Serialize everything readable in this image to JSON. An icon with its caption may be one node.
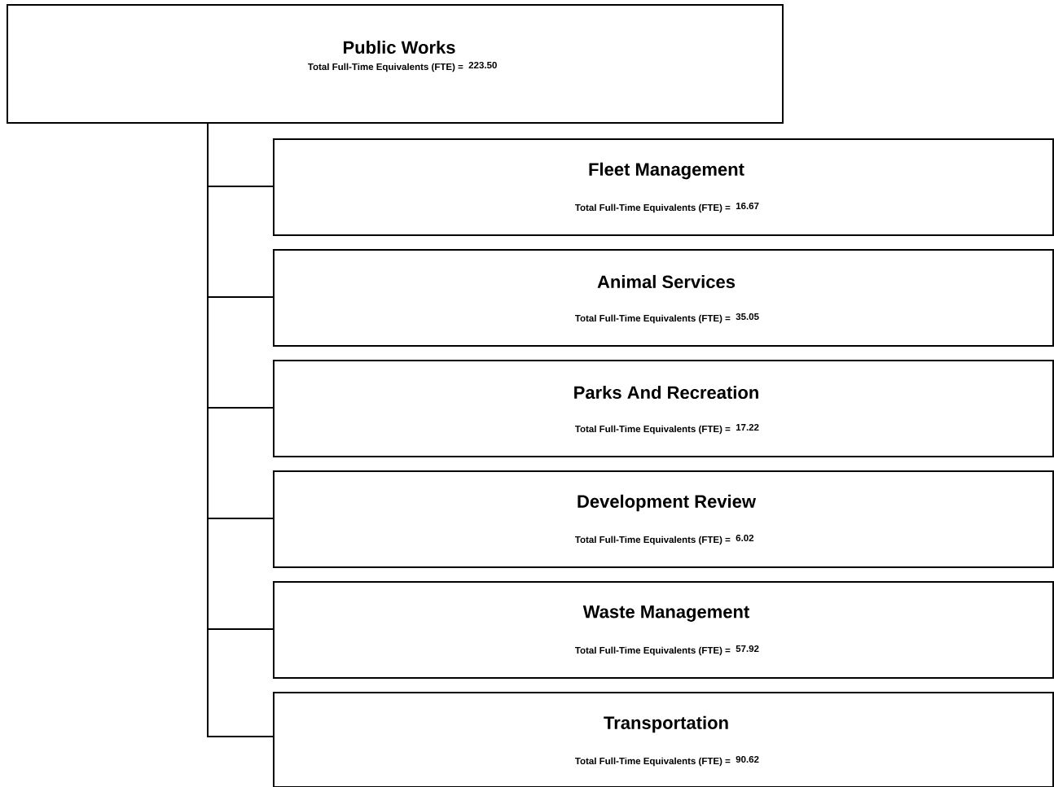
{
  "diagram": {
    "nodes": [
      {
        "text": [
          "Public Works",
          "Total Full-Time Equivalents (FTE) =",
          "223.50"
        ]
      },
      {
        "text": [
          "Fleet Management",
          "Total Full-Time Equivalents (FTE) =",
          "16.67"
        ]
      },
      {
        "text": [
          "Animal Services",
          "Total Full-Time Equivalents (FTE) =",
          "35.05"
        ]
      },
      {
        "text": [
          "Parks And Recreation",
          "Total Full-Time Equivalents (FTE) =",
          "17.22"
        ]
      },
      {
        "text": [
          "Development Review",
          "Total Full-Time Equivalents (FTE) =",
          "6.02"
        ]
      },
      {
        "text": [
          "Waste Management",
          "Total Full-Time Equivalents (FTE) =",
          "57.92"
        ]
      },
      {
        "text": [
          "Transportation",
          "Total Full-Time Equivalents (FTE) =",
          "90.62"
        ]
      }
    ],
    "edges": [
      {
        "from": 0,
        "to": 1,
        "arrow": "none"
      },
      {
        "from": 0,
        "to": 2,
        "arrow": "none"
      },
      {
        "from": 0,
        "to": 3,
        "arrow": "none"
      },
      {
        "from": 0,
        "to": 4,
        "arrow": "none"
      },
      {
        "from": 0,
        "to": 5,
        "arrow": "none"
      },
      {
        "from": 0,
        "to": 6,
        "arrow": "none"
      }
    ]
  }
}
